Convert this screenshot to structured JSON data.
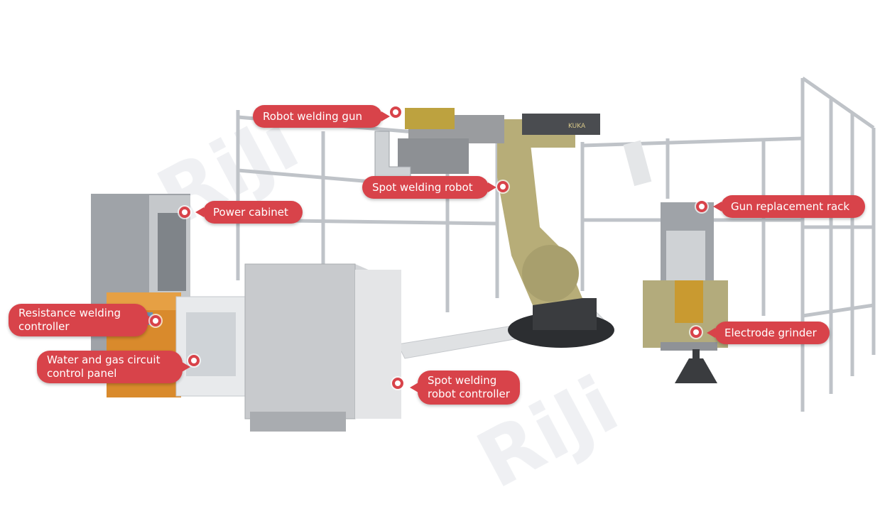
{
  "labels": {
    "robot_welding_gun": "Robot welding gun",
    "spot_welding_robot": "Spot welding robot",
    "power_cabinet": "Power cabinet",
    "gun_replacement_rack": "Gun replacement rack",
    "resistance_welding_controller": [
      "Resistance welding",
      "controller"
    ],
    "water_gas_panel": [
      "Water and gas circuit",
      "control panel"
    ],
    "spot_welding_robot_controller": [
      "Spot welding",
      "robot controller"
    ],
    "electrode_grinder": "Electrode grinder"
  },
  "robot_brand": "KUKA",
  "colors": {
    "accent": "#d8434a",
    "robot": "#b7ad78",
    "frame": "#c9ccd0",
    "cabinet": "#d6d7d9",
    "controller_orange": "#d98a2c"
  }
}
